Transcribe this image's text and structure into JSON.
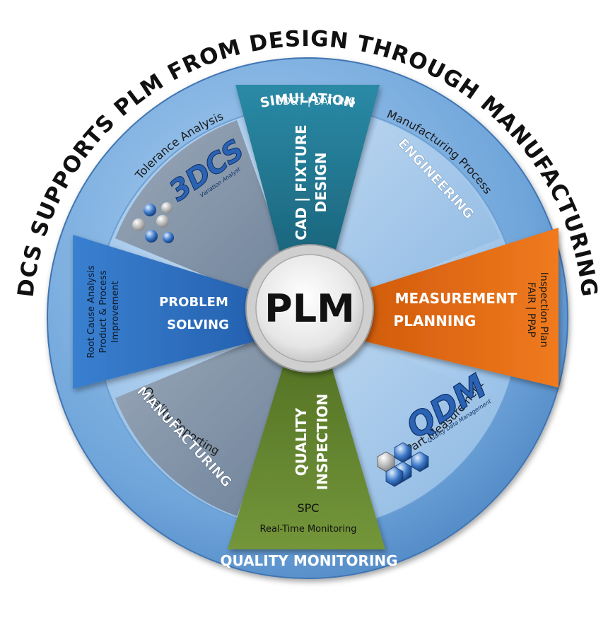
{
  "arc_title": [
    "DCS",
    "SUPPORTS",
    "PLM",
    "FROM",
    "DESIGN",
    "THROUGH",
    "MANUFACTURING"
  ],
  "center": {
    "label": "PLM"
  },
  "ring_labels": {
    "simulation": "SIMULATION",
    "quality_monitoring": "QUALITY MONITORING",
    "tolerance_analysis": "Tolerance Analysis",
    "manufacturing_process": "Manufacturing Process",
    "quality_reporting": "Quality Reporting",
    "part_measurement": "Part Measurement"
  },
  "segments": {
    "engineering": "ENGINEERING",
    "manufacturing": "MANUFACTURING"
  },
  "wedges": {
    "cad": {
      "header": "GD&T | DATUMS",
      "line1": "CAD | FIXTURE",
      "line2": "DESIGN",
      "color": "#1f6e86"
    },
    "measurement": {
      "line1": "MEASUREMENT",
      "line2": "PLANNING",
      "side1": "Inspection Plan",
      "side2": "FAIR  |  PPAP",
      "color": "#e2650c"
    },
    "quality": {
      "line1": "QUALITY",
      "line2": "INSPECTION",
      "sub1": "SPC",
      "sub2": "Real-Time Monitoring",
      "color": "#5f7f2e"
    },
    "problem": {
      "line1": "PROBLEM",
      "line2": "SOLVING",
      "side1": "Root Cause Analysis",
      "side2": "Product & Process",
      "side3": "Improvement",
      "color": "#2c6cc0"
    }
  },
  "logos": {
    "dcs": {
      "mark": "3DCS",
      "tagline": "Variation Analyst"
    },
    "qdm": {
      "mark": "QDM",
      "tagline": "Quality Data Management"
    }
  },
  "colors": {
    "outer_ring": "#7fb2e3",
    "inner_ring": "#a9cdee",
    "segment_gray": "#8496ab",
    "segment_light": "#9dc3e8"
  }
}
